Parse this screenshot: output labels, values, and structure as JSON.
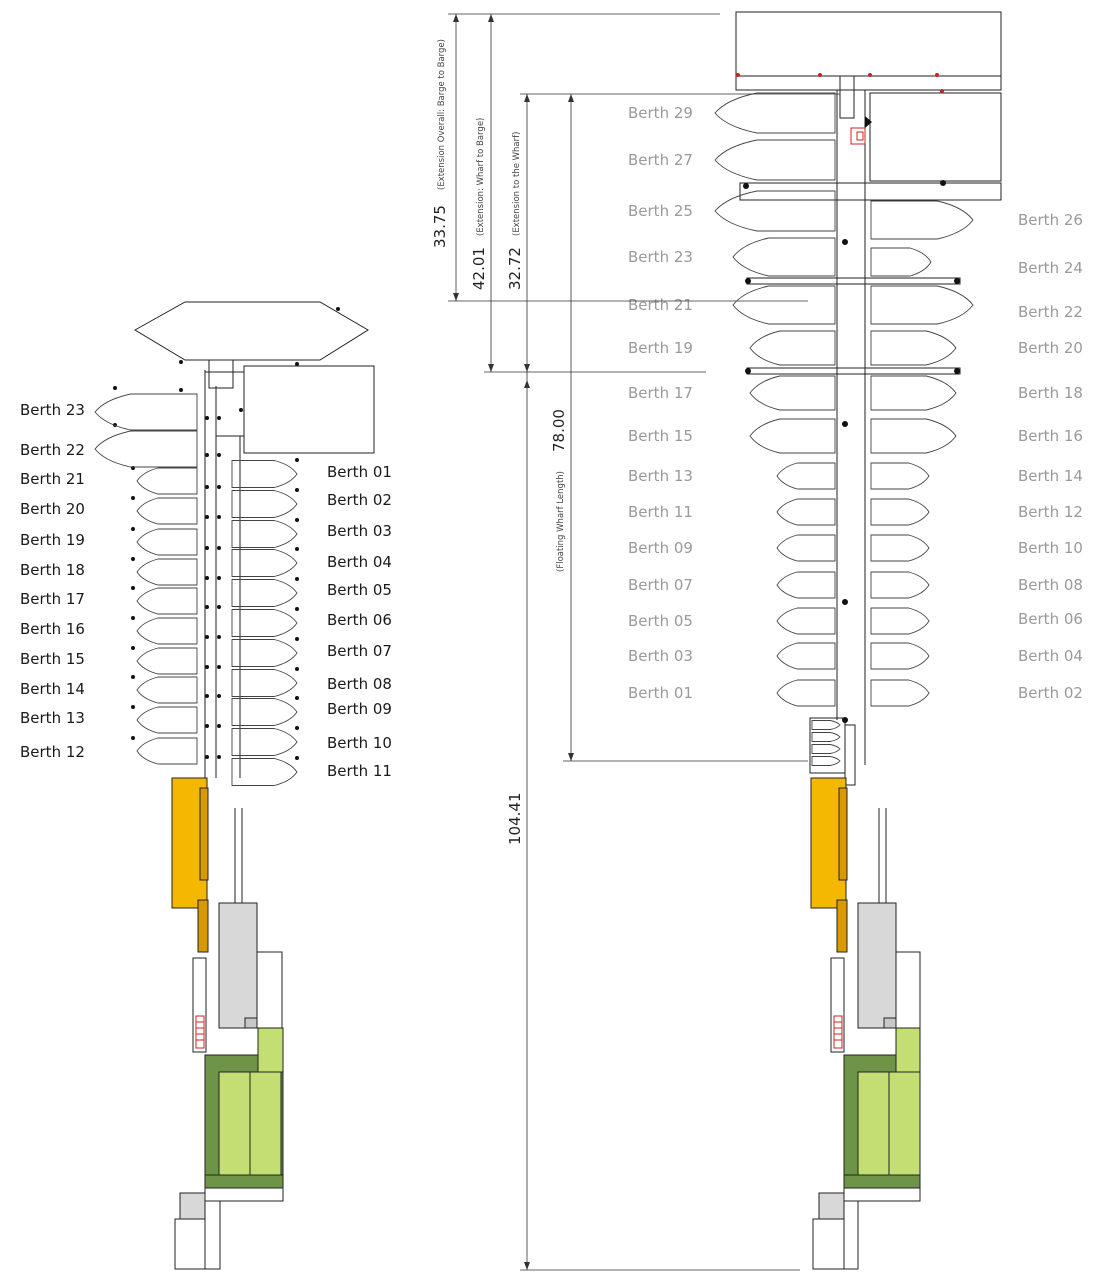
{
  "left_plan": {
    "west_berths": [
      "Berth 23",
      "Berth 22",
      "Berth 21",
      "Berth 20",
      "Berth 19",
      "Berth 18",
      "Berth 17",
      "Berth 16",
      "Berth 15",
      "Berth 14",
      "Berth 13",
      "Berth 12"
    ],
    "east_berths": [
      "Berth 01",
      "Berth 02",
      "Berth 03",
      "Berth 04",
      "Berth 05",
      "Berth 06",
      "Berth 07",
      "Berth 08",
      "Berth 09",
      "Berth 10",
      "Berth 11"
    ]
  },
  "right_plan": {
    "west_berths": [
      "Berth 29",
      "Berth 27",
      "Berth 25",
      "Berth 23",
      "Berth 21",
      "Berth 19",
      "Berth 17",
      "Berth 15",
      "Berth 13",
      "Berth 11",
      "Berth 09",
      "Berth 07",
      "Berth 05",
      "Berth 03",
      "Berth 01"
    ],
    "east_berths": [
      "Berth 26",
      "Berth 24",
      "Berth 22",
      "Berth 20",
      "Berth 18",
      "Berth 16",
      "Berth 14",
      "Berth 12",
      "Berth 10",
      "Berth 08",
      "Berth 06",
      "Berth 04",
      "Berth 02"
    ]
  },
  "dimensions": {
    "overall_value": "33.75",
    "overall_label": "(Extension Overall: Barge to Barge)",
    "wharf_to_barge_value": "42.01",
    "wharf_to_barge_label": "(Extension: Wharf to Barge)",
    "to_wharf_value": "32.72",
    "to_wharf_label": "(Extension to the Wharf)",
    "floating_value": "78.00",
    "floating_label": "(Floating Wharf Length)",
    "total_value": "104.41"
  },
  "colors": {
    "line": "#222222",
    "label": "#1a1a1a",
    "label_light": "#9a9a9a",
    "orange": "#f5b800",
    "dark_orange": "#d89a00",
    "grey": "#d8d8d8",
    "light_green": "#c3de72",
    "dark_green": "#6e9448",
    "red": "#cc2222"
  }
}
